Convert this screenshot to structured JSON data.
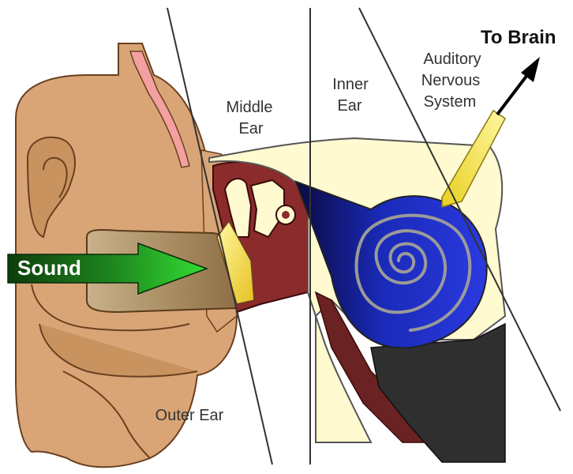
{
  "labels": {
    "sound": "Sound",
    "to_brain": "To Brain",
    "middle_ear_line1": "Middle",
    "middle_ear_line2": "Ear",
    "inner_ear_line1": "Inner",
    "inner_ear_line2": "Ear",
    "auditory_line1": "Auditory",
    "auditory_line2": "Nervous",
    "auditory_line3": "System",
    "outer_ear": "Outer Ear"
  },
  "colors": {
    "skin": "#d9a577",
    "skin_dark": "#7a4a2a",
    "canal": "#a98b63",
    "pink": "#f4a0a0",
    "maroon": "#8b2b2b",
    "cream": "#fffad0",
    "cochlea_blue": "#1f2fd0",
    "cochlea_dark": "#0a0a60",
    "nerve_yellow": "#f4e441",
    "sound_green": "#2bd62b",
    "dark_gray": "#2f2f2f"
  }
}
